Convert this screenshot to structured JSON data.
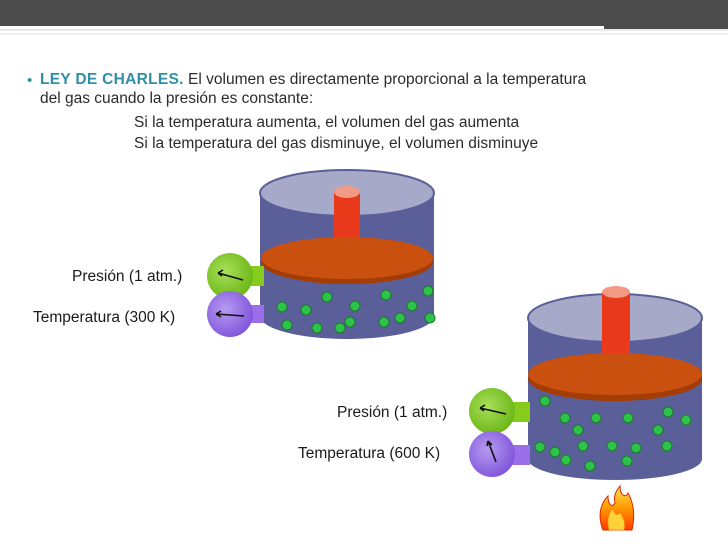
{
  "slide": {
    "bullet_keyword": "LEY DE CHARLES.",
    "bullet_text_1": " El volumen es directamente proporcional a la temperatura",
    "bullet_text_2": "del gas cuando la presión es constante:",
    "sub_1": "Si la temperatura aumenta, el volumen del gas aumenta",
    "sub_2": "Si la temperatura del gas disminuye, el volumen disminuye"
  },
  "cylinder_left": {
    "pressure_label": "Presión (1 atm.)",
    "temperature_label": "Temperatura (300 K)"
  },
  "cylinder_right": {
    "pressure_label": "Presión (1 atm.)",
    "temperature_label": "Temperatura (600 K)"
  },
  "colors": {
    "accent": "#2f8fa8",
    "cylinder_body": "#5a5f99",
    "cylinder_top": "#a7a9c9",
    "piston": "#c9500e",
    "rod": "#e8391b",
    "gauge_pressure": "#86cc1f",
    "gauge_temperature": "#9a6ee8",
    "molecule": "#2ec24a"
  }
}
